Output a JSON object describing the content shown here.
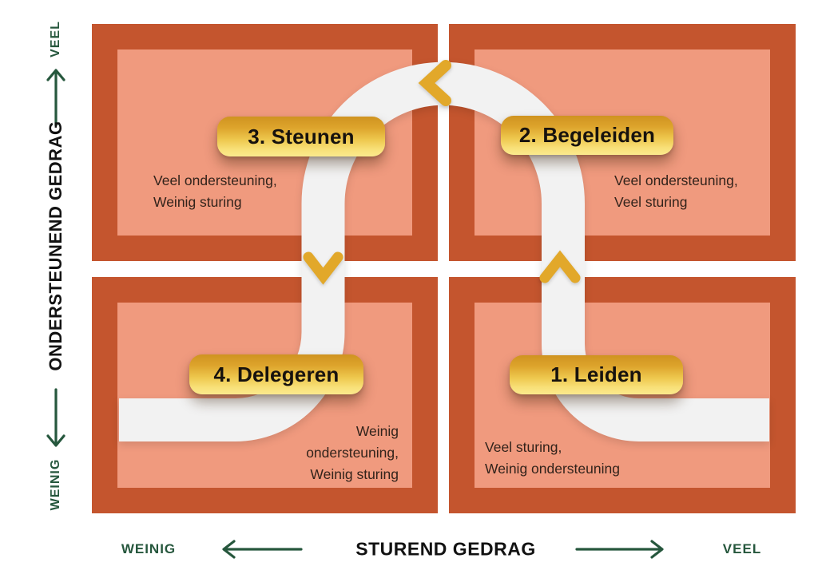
{
  "y_axis": {
    "label": "ONDERSTEUNEND GEDRAG",
    "max": "VEEL",
    "min": "WEINIG"
  },
  "x_axis": {
    "label": "STUREND GEDRAG",
    "min": "WEINIG",
    "max": "VEEL"
  },
  "quadrants": {
    "steunen": {
      "title": "3. Steunen",
      "lines": [
        "Veel ondersteuning,",
        "Weinig sturing"
      ]
    },
    "begeleiden": {
      "title": "2. Begeleiden",
      "lines": [
        "Veel ondersteuning,",
        "Veel sturing"
      ]
    },
    "delegeren": {
      "title": "4. Delegeren",
      "lines": [
        "Weinig",
        "ondersteuning,",
        "Weinig sturing"
      ]
    },
    "leiden": {
      "title": "1. Leiden",
      "lines": [
        "Veel sturing,",
        "Weinig ondersteuning"
      ]
    }
  },
  "path_icons": [
    "chevron-up-icon",
    "chevron-left-icon",
    "chevron-down-icon"
  ],
  "colors": {
    "quadrant_border": "#c4552e",
    "quadrant_fill": "#f09a7e",
    "path_road": "#f2f2f2",
    "gold_accent": "#e2a82a",
    "pill_gradient_top": "#cf9320",
    "pill_gradient_bottom": "#fbe98d",
    "axis_green": "#26573d",
    "text_dark": "#32231b"
  }
}
